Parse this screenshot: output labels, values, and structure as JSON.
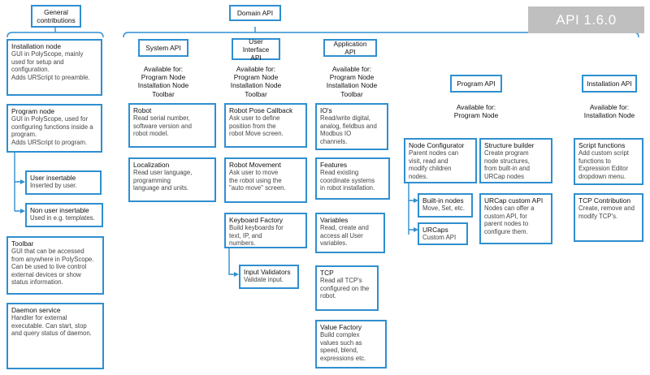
{
  "version": "API 1.6.0",
  "general_contributions": {
    "title": "General\ncontributions",
    "nodes": [
      {
        "title": "Installation node",
        "body": "GUI in PolyScope, mainly\nused for setup and\nconfiguration.\nAdds URScript to preamble."
      },
      {
        "title": "Program node",
        "body": "GUI in PolyScope, used for\nconfiguring functions inside a\nprogram.\nAdds URScript to program."
      },
      {
        "title": "User insertable",
        "body": "Inserted by user."
      },
      {
        "title": "Non user insertable",
        "body": "Used in e.g. templates."
      },
      {
        "title": "Toolbar",
        "body": "GUI that can be accessed\nfrom anywhere in PolyScope.\nCan be used to live control\nexternal devices or show\nstatus information."
      },
      {
        "title": "Daemon service",
        "body": "Handler for external\nexecutable. Can start, stop\nand query status of daemon."
      }
    ]
  },
  "domain_api": {
    "title": "Domain API",
    "system_api": {
      "title": "System API",
      "available": "Available for:\nProgram Node\nInstallation Node\nToolbar",
      "nodes": [
        {
          "title": "Robot",
          "body": "Read serial number,\nsoftware version and\nrobot model."
        },
        {
          "title": "Localization",
          "body": "Read user language,\nprogramming\nlanguage and units."
        }
      ]
    },
    "ui_api": {
      "title": "User Interface\nAPI",
      "available": "Available for:\nProgram Node\nInstallation Node\nToolbar",
      "nodes": [
        {
          "title": "Robot Pose Callback",
          "body": "Ask user to define\nposition from the\nrobot Move screen."
        },
        {
          "title": "Robot Movement",
          "body": "Ask user to move\nthe robot using the\n\"auto move\" screen."
        },
        {
          "title": "Keyboard Factory",
          "body": "Build keyboards for\ntext, IP, and\nnumbers."
        },
        {
          "title": "Input Validators",
          "body": "Validate input."
        }
      ]
    },
    "application_api": {
      "title": "Application API",
      "available": "Available for:\nProgram Node\nInstallation Node\nToolbar",
      "nodes": [
        {
          "title": "IO's",
          "body": "Read/write digital,\nanalog, fieldbus and\nModbus IO\nchannels."
        },
        {
          "title": "Features",
          "body": "Read existing\ncoordinate systems\nin robot installation."
        },
        {
          "title": "Variables",
          "body": "Read, create and\naccess all User\nvariables."
        },
        {
          "title": "TCP",
          "body": "Read all TCP's\nconfigured on the\nrobot."
        },
        {
          "title": "Value Factory",
          "body": "Build complex\nvalues such as\nspeed, blend,\nexpressions etc."
        }
      ]
    },
    "program_api": {
      "title": "Program API",
      "available": "Available for:\nProgram Node",
      "nodes": [
        {
          "title": "Node Configurator",
          "body": "Parent nodes can\nvisit, read and\nmodify children\nnodes."
        },
        {
          "title": "Built-in nodes",
          "body": "Move, Set, etc."
        },
        {
          "title": "URCaps",
          "body": "Custom API"
        },
        {
          "title": "Structure builder",
          "body": "Create program\nnode structures,\nfrom built-in and\nURCap nodes"
        },
        {
          "title": "URCap custom API",
          "body": "Nodes can offer a\ncustom API, for\nparent nodes to\nconfigure them."
        }
      ]
    },
    "installation_api": {
      "title": "Installation API",
      "available": "Available for:\nInstallation Node",
      "nodes": [
        {
          "title": "Script functions",
          "body": "Add custom script\nfunctions to\nExpression Editor\ndropdown menu."
        },
        {
          "title": "TCP Contribution",
          "body": "Create, remove and\nmodify TCP's."
        }
      ]
    }
  },
  "colors": {
    "box_border": "#2f8fd0",
    "connector": "#2f8fd0",
    "bracket": "#2f8fd0",
    "version_bg": "#bfbfbf",
    "version_text": "#ffffff"
  }
}
